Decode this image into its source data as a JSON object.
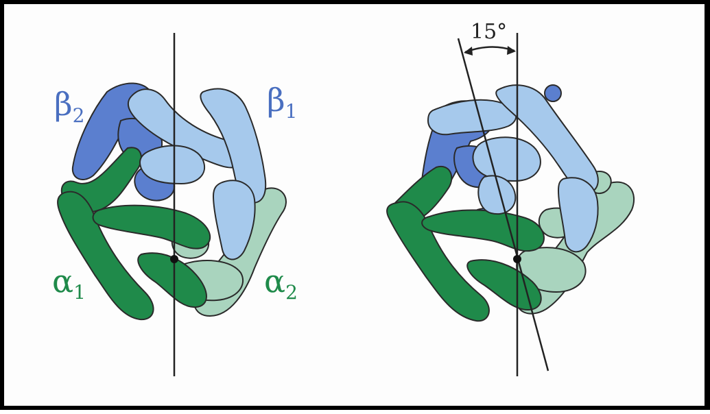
{
  "left_panel": {
    "labels": {
      "beta2": {
        "base": "β",
        "sub": "2"
      },
      "beta1": {
        "base": "β",
        "sub": "1"
      },
      "alpha1": {
        "base": "α",
        "sub": "1"
      },
      "alpha2": {
        "base": "α",
        "sub": "2"
      }
    }
  },
  "right_panel": {
    "angle_label": "15°"
  },
  "colors": {
    "beta2": "#5b7fcf",
    "beta1": "#a6c9ec",
    "alpha1": "#1f8a4a",
    "alpha2": "#a9d4be",
    "beta_label": "#4a6fc0",
    "alpha_label": "#1f8a4a",
    "outline": "#2a2a2a",
    "axis": "#222222"
  }
}
